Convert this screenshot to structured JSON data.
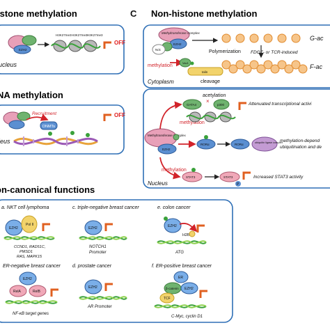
{
  "panel_a": {
    "title": "istone methylation",
    "complex_label": "EZH2",
    "mark_label": "H3K27me3",
    "off_label": "OFF",
    "nucleus_label": "ucleus"
  },
  "panel_b": {
    "title": "NA methylation",
    "recruitment_label": "Recruitment",
    "dnmt_label": "DNMTs",
    "off_label": "OFF",
    "nucleus_label": "leus"
  },
  "panel_c": {
    "letter": "C",
    "title": "Non-histone methylation",
    "complex_label": "Methyltransferase Complex",
    "ezh2": "EZH2",
    "helper_label": "Nck",
    "polymerization_label": "Polymerization",
    "g_actin_label": "G-ac",
    "fgf_tcr_label": "FDGF- or TCR-induced",
    "f_actin_label": "F-ac",
    "methylation_label": "methylation",
    "vav1": "Vav1",
    "talin": "talin",
    "cytoplasm_label": "Cytoplasm",
    "cleavage_label": "cleavage",
    "acetylation_label": "acetylation",
    "block_mark": "×",
    "gata4": "GATA4",
    "p300": "p300",
    "attenuated_label": "Attenuated transcriptional activi",
    "ror": "RORα",
    "ligase_label": "ubiquitin ligase complex",
    "ubiq_line1": "methylation-depend",
    "ubiq_line2": "ubiquitination and de",
    "stat3": "STAT3",
    "phospho": "P",
    "stat3_activity_label": "Increased STAT3 activity",
    "nucleus_label": "Nucleus"
  },
  "panel_d": {
    "title": "on-canonical functions",
    "ezh2": "EZH2",
    "pol2": "Pol II",
    "a_label": "a. NKT cell lymphoma",
    "a_genes_line1": "CCND1, RAD51C,",
    "a_genes_line2": "PMSD1",
    "a_genes_line3": "RAS, MAPK15",
    "c_label": "c. triple-negative breast cancer",
    "c_gene": "NOTCH1",
    "promoter": "Promoter",
    "e_label": "e. colon cancer",
    "h2b": "H2B",
    "e_gene": "ATG",
    "b_label": "ER-negative breast cancer",
    "rela": "RelA",
    "relb": "RelB",
    "b_gene": "NF-κB target genes",
    "d_label": "d. prostate cancer",
    "d_gene": "AR Promoter",
    "f_label": "f. ER-positive breast cancer",
    "er": "ER",
    "beta_catenin": "β-catenin",
    "tcf": "TCF",
    "f_gene": "C-Myc, cyclin D1"
  }
}
